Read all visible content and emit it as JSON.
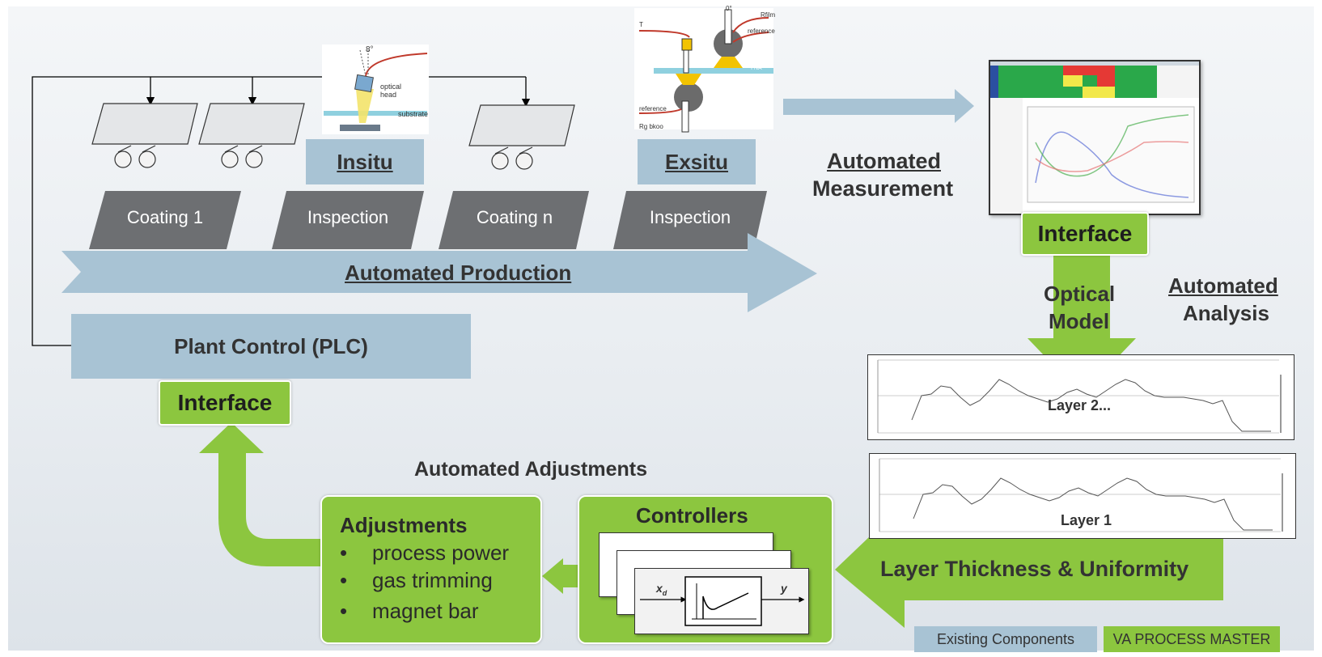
{
  "production": {
    "stations": [
      "Coating 1",
      "Inspection",
      "Coating n",
      "Inspection"
    ],
    "insitu_label": "Insitu",
    "exsitu_label": "Exsitu",
    "arrow_label": "Automated Production",
    "plc_label": "Plant Control (PLC)",
    "plc_interface_label": "Interface"
  },
  "insitu_figure": {
    "angle": "8°",
    "optical_head": "optical head",
    "substrate": "substrate"
  },
  "exsitu_figure": {
    "top_angle": "0°",
    "film": "Rfilm",
    "reference_top": "reference",
    "t_label": "T",
    "reference_bottom": "reference",
    "background": "Rg bkoo",
    "nabc": "I NA"
  },
  "measurement": {
    "label_line1": "Automated",
    "label_line2": "Measurement",
    "interface_label": "Interface"
  },
  "analysis": {
    "optical_model_line1": "Optical",
    "optical_model_line2": "Model",
    "label_line1": "Automated",
    "label_line2": "Analysis",
    "layer_top": "Layer 2...",
    "layer_bottom": "Layer 1",
    "thickness_label": "Layer Thickness & Uniformity"
  },
  "control": {
    "controllers_label": "Controllers",
    "block_x": "x",
    "block_x_sub": "d",
    "block_y": "y",
    "adjustments_title": "Adjustments",
    "adjustments_items": [
      "process power",
      "gas trimming",
      "magnet bar"
    ],
    "automated_adjustments_label": "Automated Adjustments"
  },
  "legend": {
    "existing": "Existing Components",
    "va": "VA PROCESS MASTER"
  },
  "colors": {
    "blue": "#a8c3d4",
    "green": "#8cc63f",
    "dark_station": "#6d6f72",
    "text": "#333333"
  }
}
